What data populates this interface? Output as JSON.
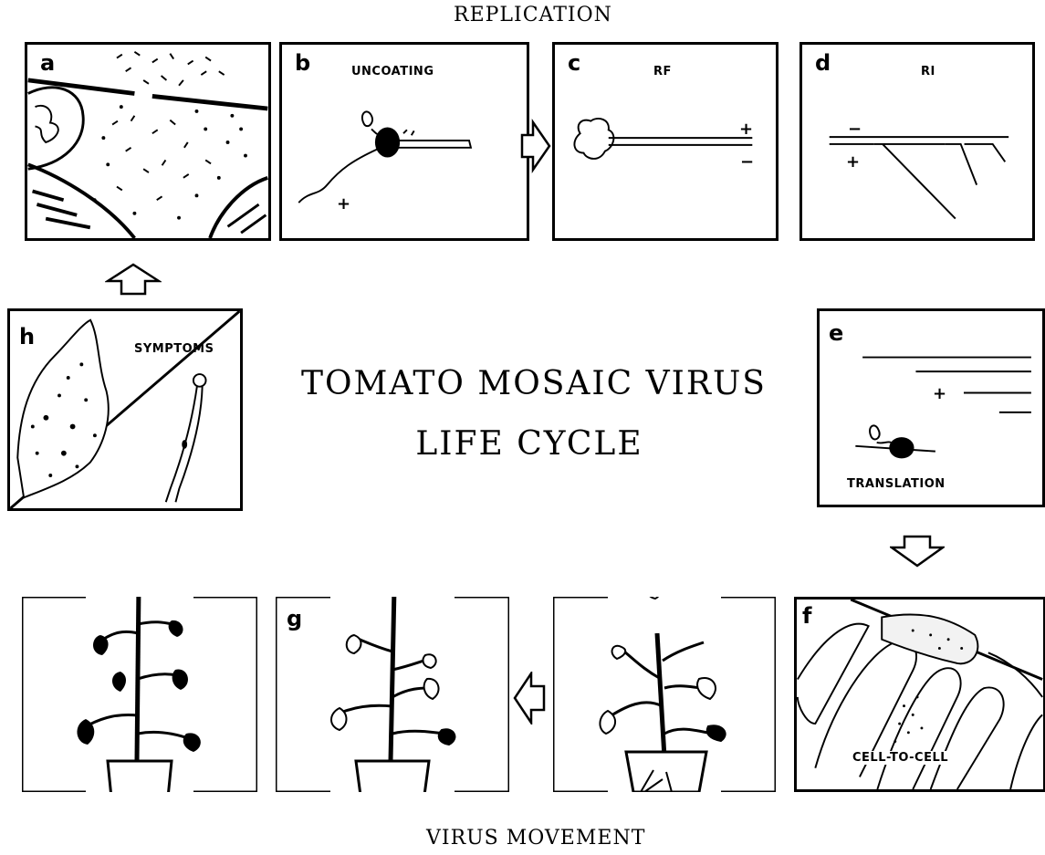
{
  "headings": {
    "top": "REPLICATION",
    "bottom": "VIRUS MOVEMENT"
  },
  "title": {
    "line1": "TOMATO MOSAIC VIRUS",
    "line2": "LIFE CYCLE"
  },
  "panels": {
    "a": {
      "label": "a"
    },
    "b": {
      "label": "b",
      "text": "UNCOATING",
      "plus": "+"
    },
    "c": {
      "label": "c",
      "text": "RF",
      "plus": "+",
      "minus": "−"
    },
    "d": {
      "label": "d",
      "text": "RI",
      "plus": "+",
      "minus": "−"
    },
    "e": {
      "label": "e",
      "text": "TRANSLATION",
      "plus": "+"
    },
    "f": {
      "label": "f",
      "text": "CELL-TO-CELL"
    },
    "g": {
      "label": "g"
    },
    "h": {
      "label": "h",
      "text": "SYMPTOMS"
    }
  },
  "colors": {
    "ink": "#000000",
    "paper": "#ffffff"
  }
}
